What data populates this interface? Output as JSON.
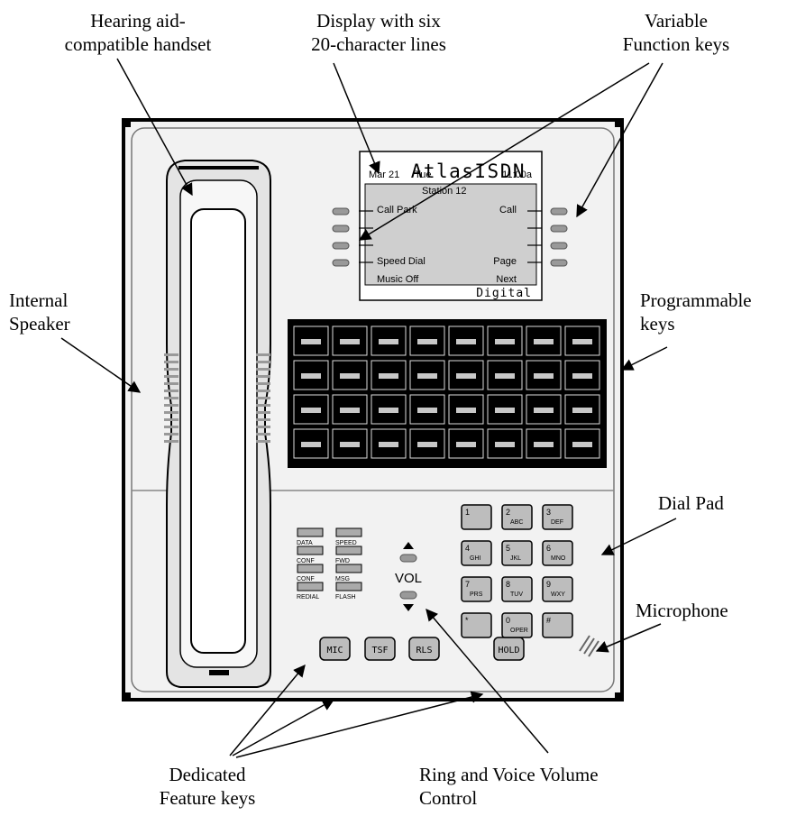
{
  "callouts": {
    "handset": [
      "Hearing aid-",
      "compatible handset"
    ],
    "display": [
      "Display with six",
      "20-character lines"
    ],
    "variable_keys": [
      "Variable",
      "Function keys"
    ],
    "speaker": [
      "Internal",
      "Speaker"
    ],
    "programmable": [
      "Programmable",
      "keys"
    ],
    "dialpad": [
      "Dial Pad"
    ],
    "microphone": [
      "Microphone"
    ],
    "feature_keys": [
      "Dedicated",
      "Feature keys"
    ],
    "volume": [
      "Ring and Voice Volume",
      "Control"
    ]
  },
  "display": {
    "brand": "AtlasISDN",
    "date": "Mar 21",
    "day": "Tue",
    "time": "11:00a",
    "station": "Station 12",
    "left_labels": [
      "Call Park",
      "",
      "Speed Dial",
      "Music Off"
    ],
    "right_labels": [
      "Call",
      "",
      "Page",
      "Next"
    ],
    "footer": "Digital"
  },
  "feature_keys": {
    "left": [
      "DATA",
      "CONF",
      "CONF",
      "REDIAL"
    ],
    "right": [
      "SPEED",
      "FWD",
      "MSG",
      "FLASH"
    ]
  },
  "volume_label": "VOL",
  "bottom_keys": [
    "MIC",
    "TSF",
    "RLS",
    "HOLD"
  ],
  "dialpad": [
    {
      "d": "1",
      "s": ""
    },
    {
      "d": "2",
      "s": "ABC"
    },
    {
      "d": "3",
      "s": "DEF"
    },
    {
      "d": "4",
      "s": "GHI"
    },
    {
      "d": "5",
      "s": "JKL"
    },
    {
      "d": "6",
      "s": "MNO"
    },
    {
      "d": "7",
      "s": "PRS"
    },
    {
      "d": "8",
      "s": "TUV"
    },
    {
      "d": "9",
      "s": "WXY"
    },
    {
      "d": "*",
      "s": ""
    },
    {
      "d": "0",
      "s": "OPER"
    },
    {
      "d": "#",
      "s": ""
    }
  ],
  "colors": {
    "body": "#f2f2f2",
    "outline": "#000000",
    "display_bg": "#cfcfcf",
    "key_panel": "#000000",
    "key": "#c8c8c8"
  },
  "icons": {
    "microphone": "microphone-grille-icon",
    "speaker": "speaker-grille-icon"
  }
}
